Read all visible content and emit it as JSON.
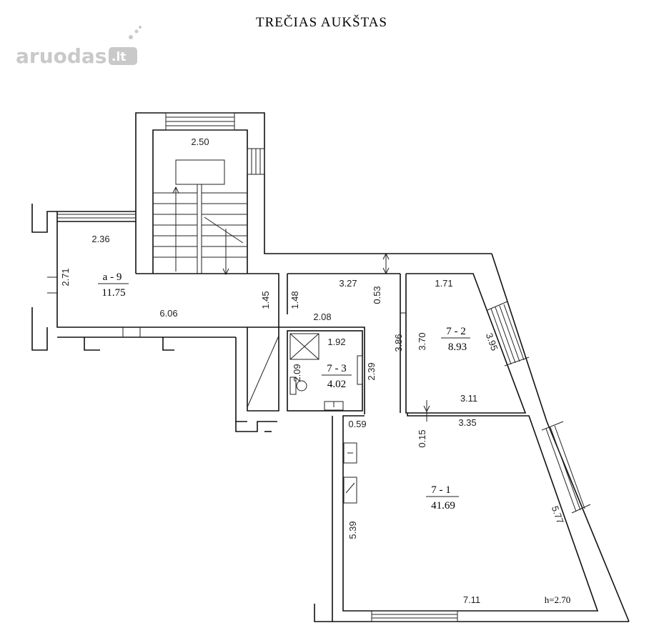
{
  "title": "TREČIAS AUKŠTAS",
  "watermark": {
    "text": "aruodas",
    "tld": ".lt",
    "color": "#c9c9c9"
  },
  "rooms": [
    {
      "id": "a - 9",
      "area": "11.75"
    },
    {
      "id": "7 - 2",
      "area": "8.93"
    },
    {
      "id": "7 - 3",
      "area": "4.02"
    },
    {
      "id": "7 - 1",
      "area": "41.69"
    }
  ],
  "dimensions": {
    "stair_width": "2.50",
    "a9_top": "2.36",
    "a9_side": "2.71",
    "corridor_length": "6.06",
    "corridor_depth_a": "1.45",
    "corridor_depth_b": "1.48",
    "hall_top": "3.27",
    "wall_a": "0.53",
    "hall_bottom": "2.08",
    "r72_top": "1.71",
    "r72_left_outer": "3.86",
    "r72_left_inner": "3.70",
    "r72_right": "3.95",
    "r72_bottom": "3.11",
    "wc_top": "1.92",
    "wc_left": "2.09",
    "wc_right": "2.39",
    "r71_top": "3.35",
    "wall_b": "0.15",
    "wall_c": "0.59",
    "r71_left": "5.39",
    "r71_right": "5.77",
    "r71_bottom": "7.11",
    "height": "h=2.70"
  }
}
